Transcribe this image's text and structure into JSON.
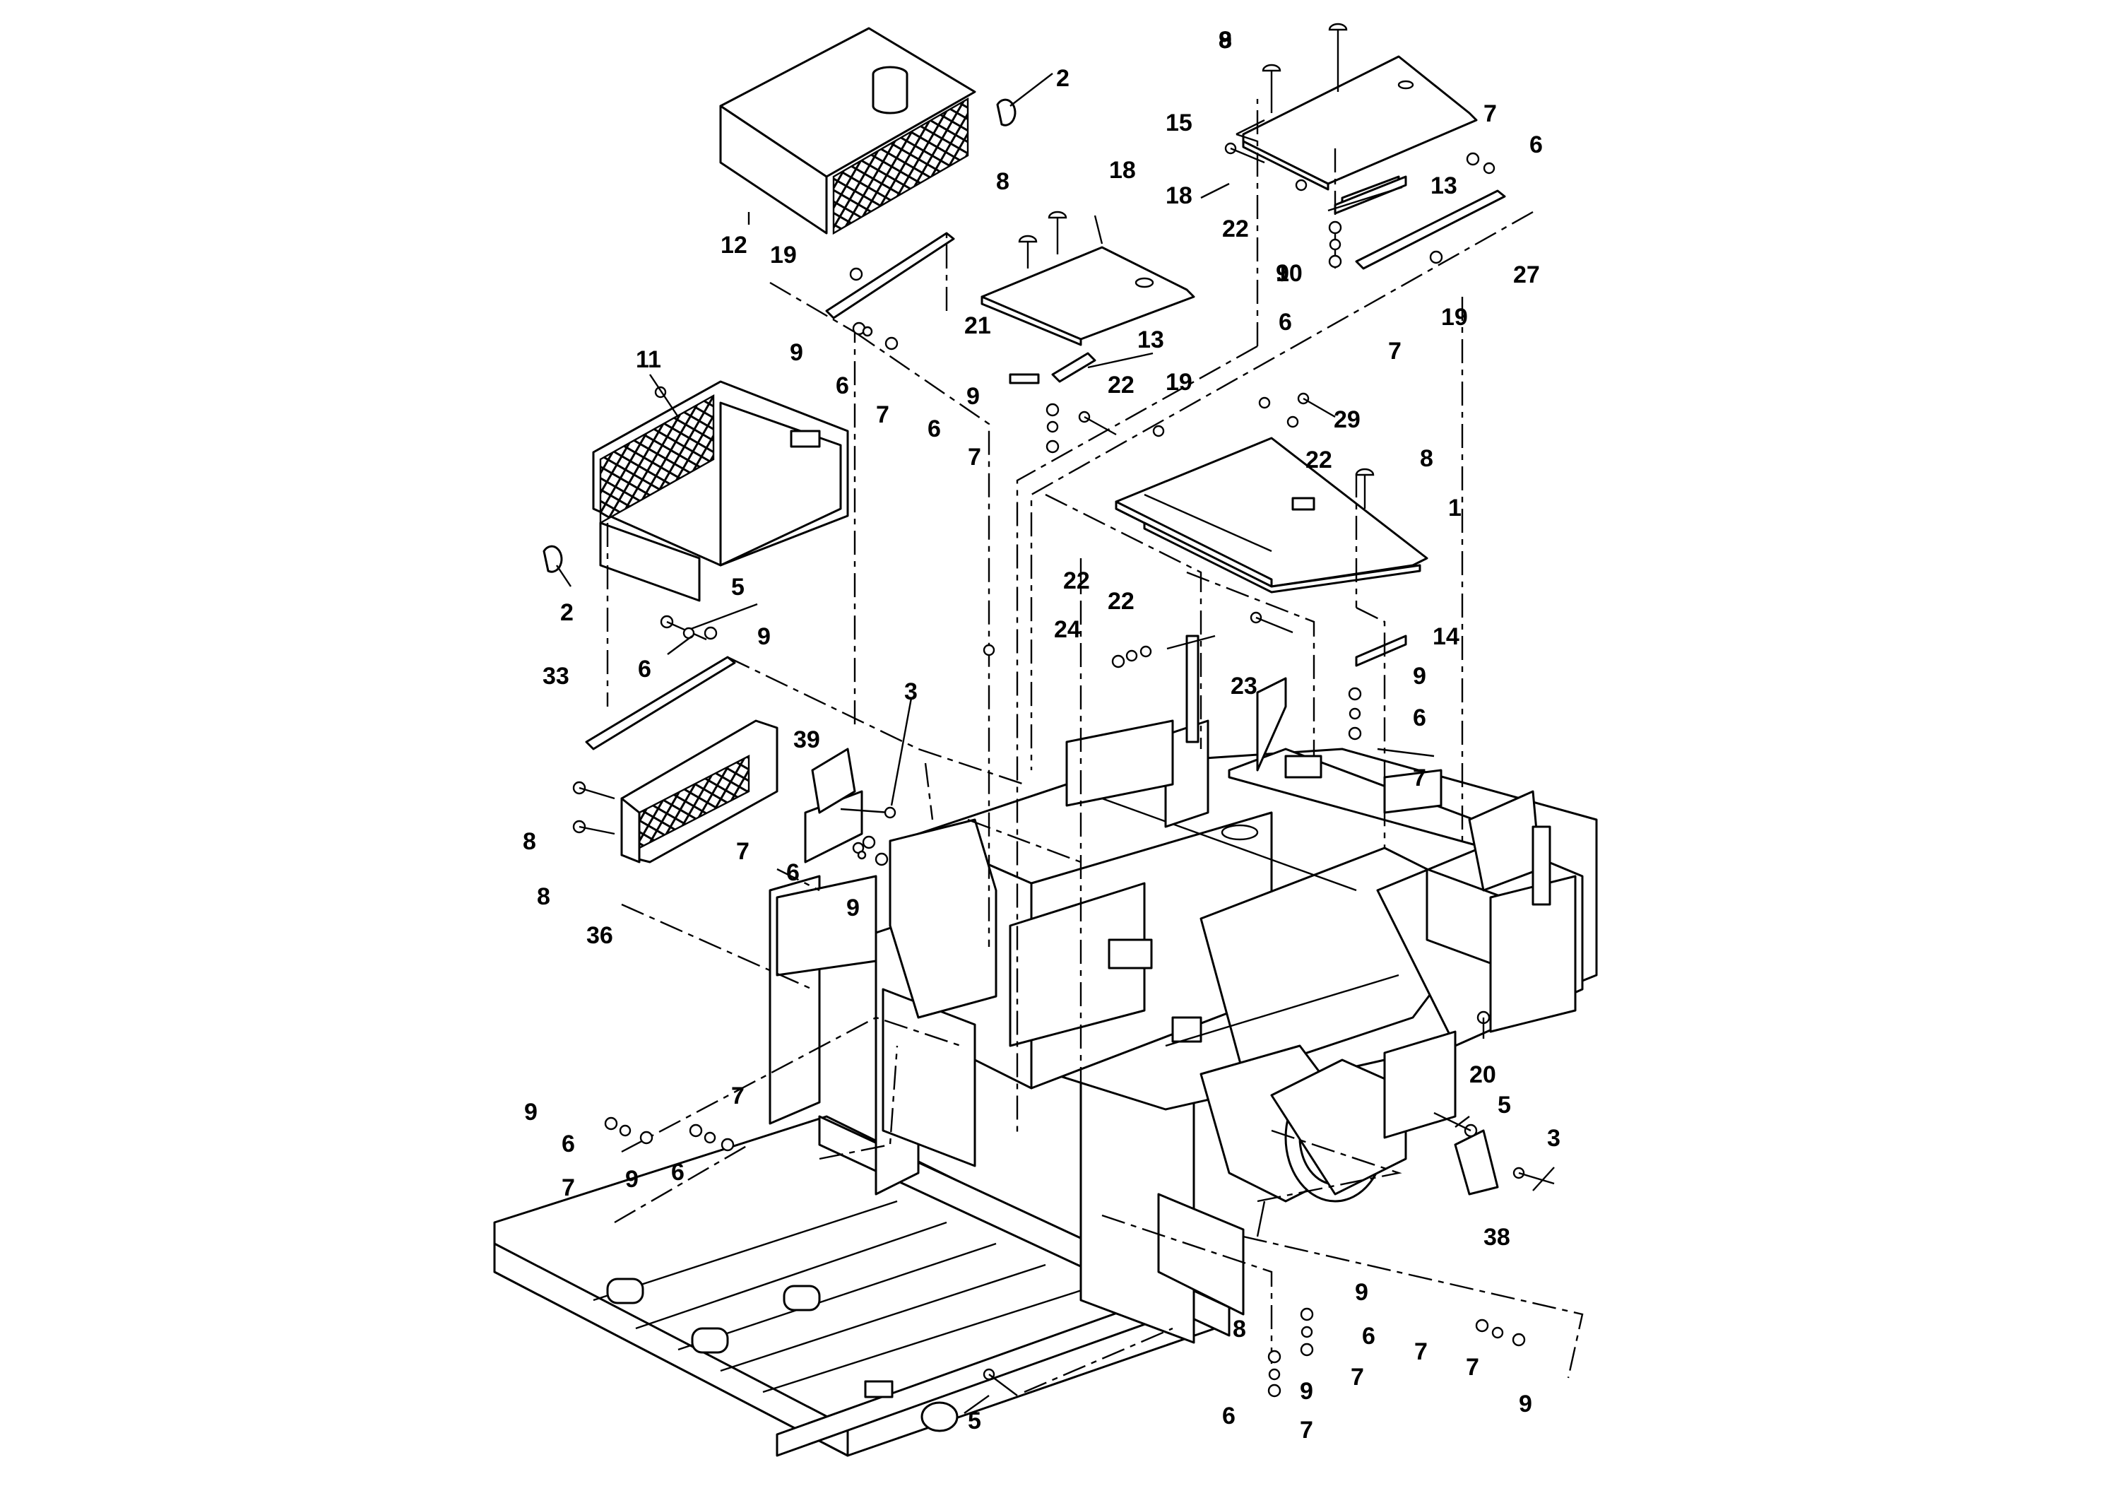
{
  "diagram": {
    "callouts": [
      "1",
      "2",
      "2",
      "3",
      "3",
      "5",
      "5",
      "5",
      "6",
      "6",
      "6",
      "6",
      "6",
      "6",
      "6",
      "6",
      "6",
      "6",
      "6",
      "7",
      "7",
      "7",
      "7",
      "7",
      "7",
      "7",
      "7",
      "7",
      "7",
      "7",
      "7",
      "8",
      "8",
      "8",
      "8",
      "8",
      "8",
      "8",
      "9",
      "9",
      "9",
      "9",
      "9",
      "9",
      "9",
      "9",
      "9",
      "9",
      "9",
      "9",
      "10",
      "11",
      "12",
      "13",
      "13",
      "14",
      "15",
      "18",
      "18",
      "19",
      "19",
      "19",
      "20",
      "21",
      "22",
      "22",
      "22",
      "22",
      "22",
      "23",
      "24",
      "27",
      "29",
      "33",
      "36",
      "38",
      "39"
    ]
  }
}
